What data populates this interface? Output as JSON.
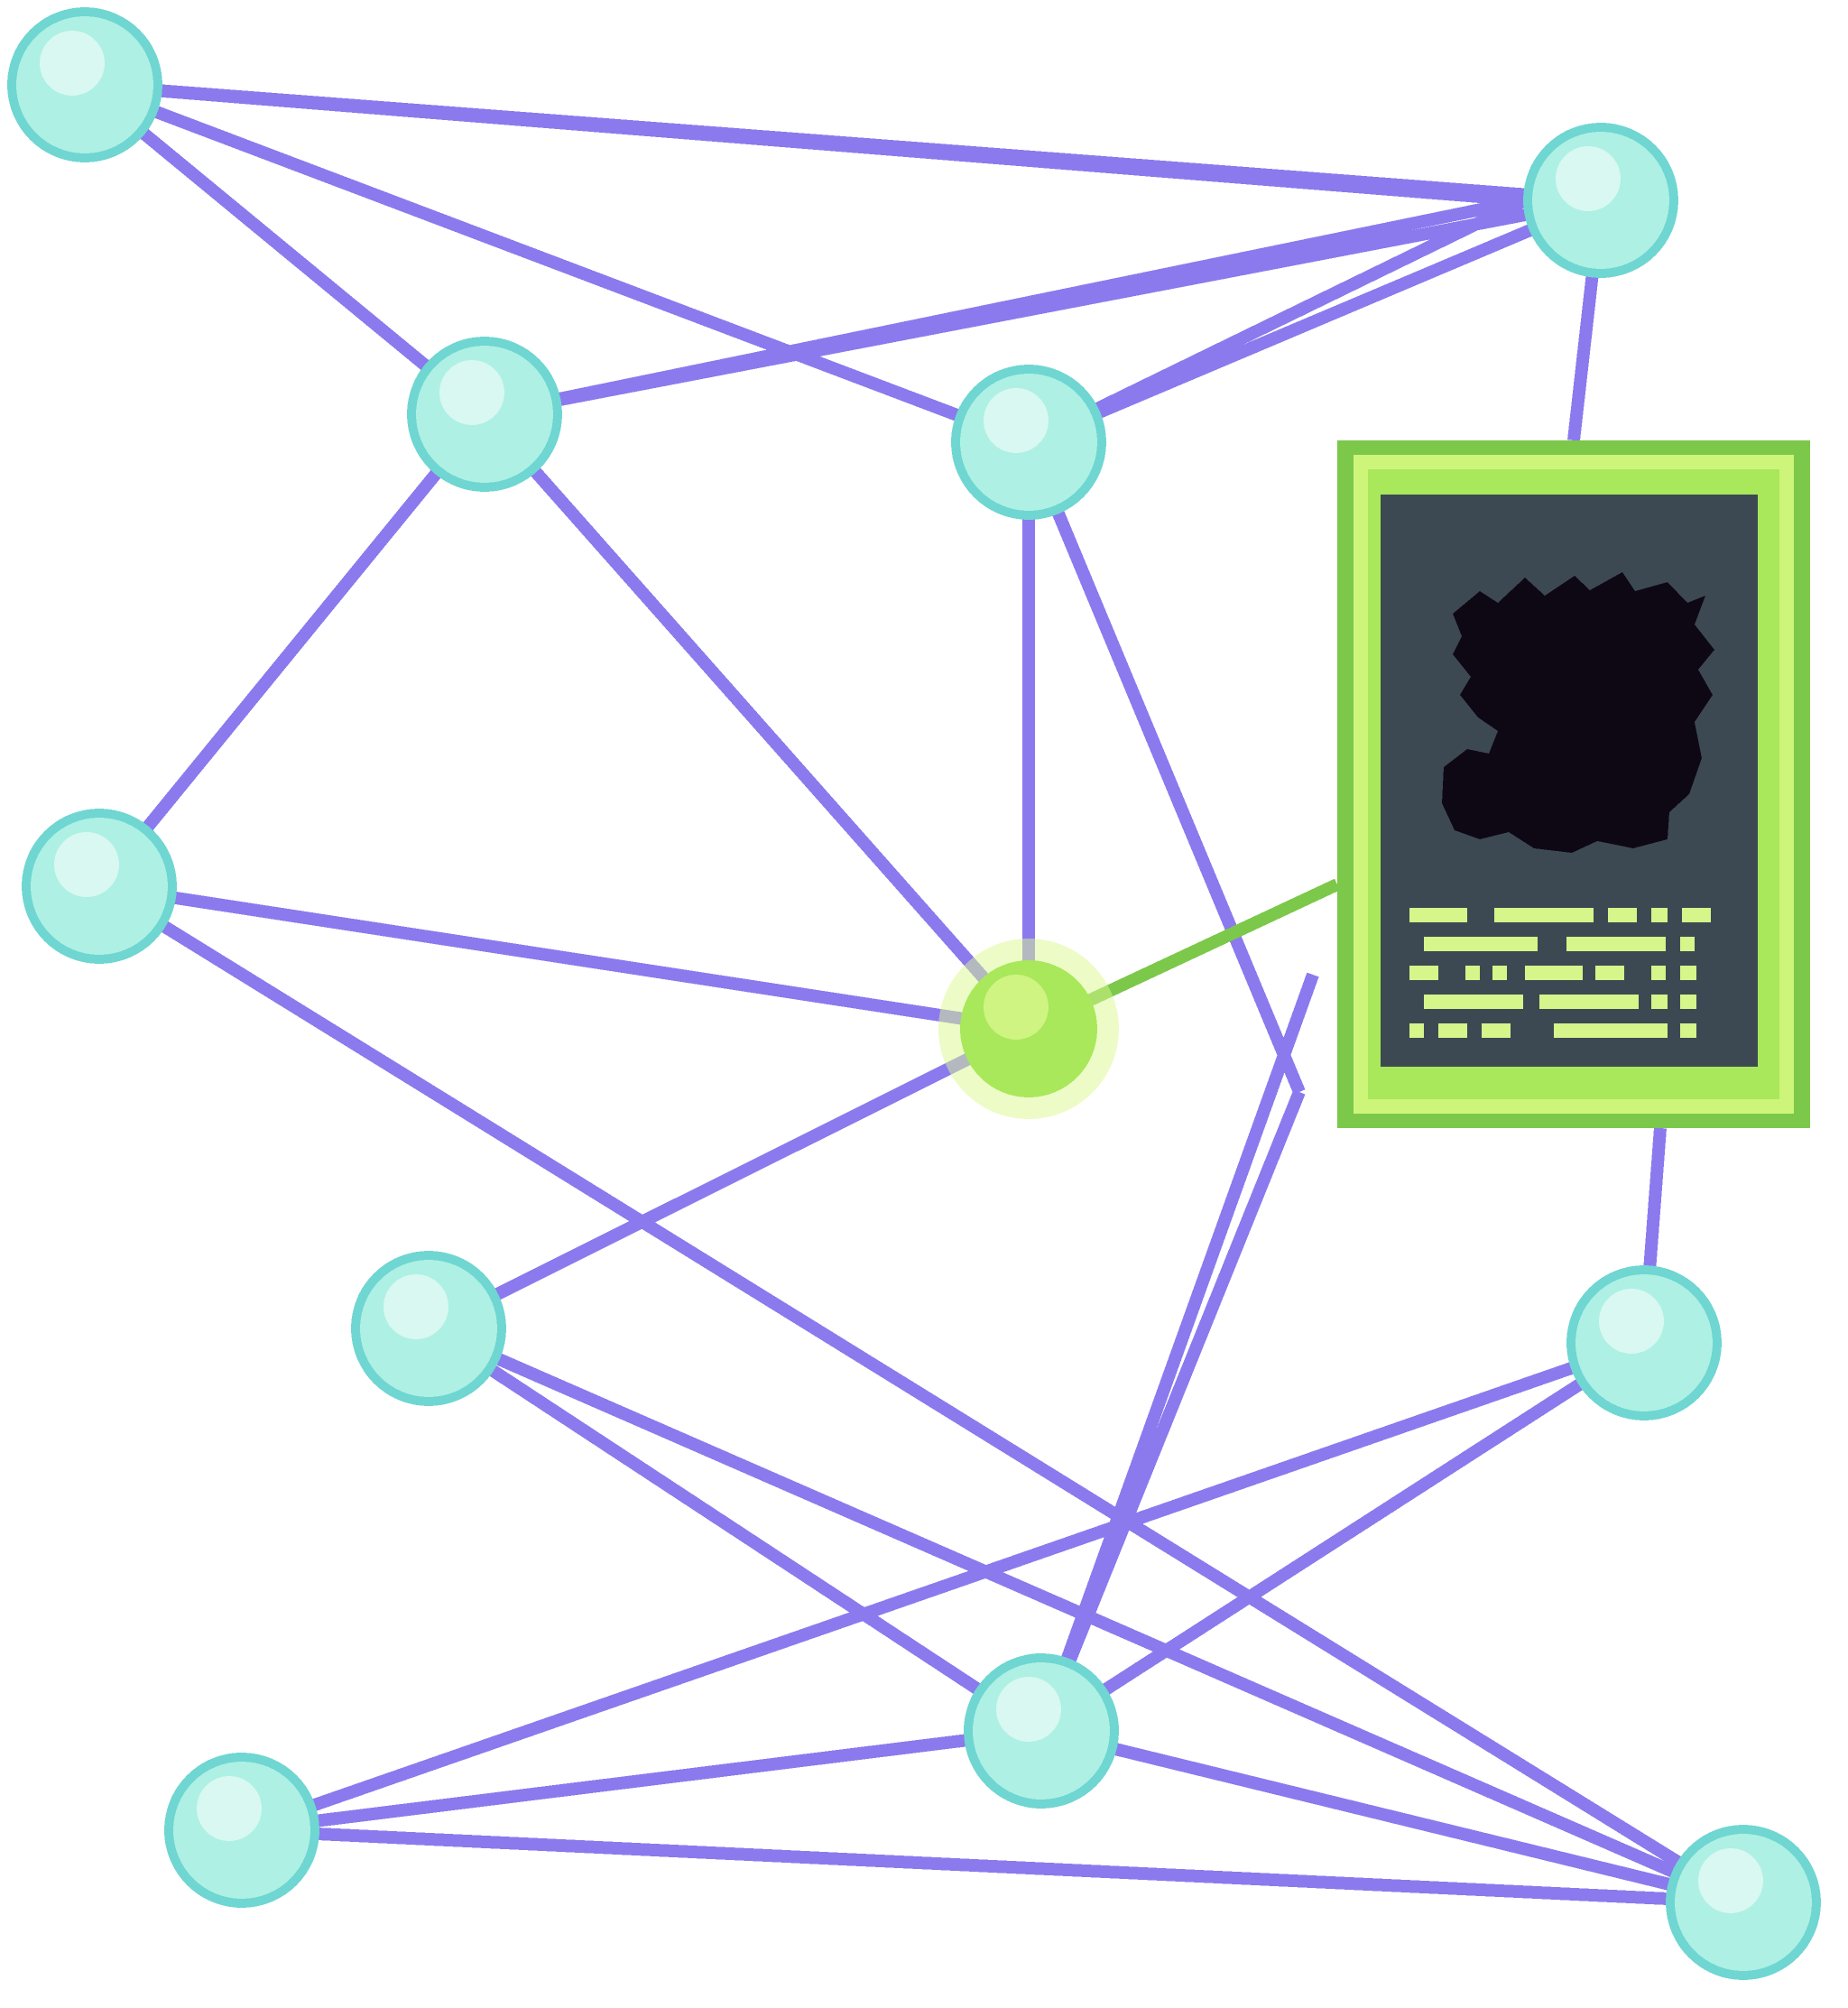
{
  "colors": {
    "background": "#ffffff",
    "edge": "#8a7aee",
    "active_edge": "#7cc84a",
    "node_fill": "#aef0e4",
    "node_shade": "#6fd6d2",
    "node_highlight": "#e6fbf6",
    "active_node_fill": "#a8e85a",
    "active_node_shade": "#86d248",
    "active_node_highlight": "#dcf890",
    "card_frame_outer": "#7cc84a",
    "card_frame_inner": "#cdf57a",
    "card_screen": "#3d4952",
    "card_silhouette": "#0e0815",
    "card_text_lines": "#d6f58a"
  },
  "nodes": [
    {
      "id": "n1",
      "state": "idle"
    },
    {
      "id": "n2",
      "state": "idle"
    },
    {
      "id": "n3",
      "state": "idle"
    },
    {
      "id": "n4",
      "state": "idle"
    },
    {
      "id": "n5",
      "state": "idle"
    },
    {
      "id": "n6",
      "state": "selected"
    },
    {
      "id": "n7",
      "state": "idle"
    },
    {
      "id": "n8",
      "state": "idle"
    },
    {
      "id": "n9",
      "state": "idle"
    },
    {
      "id": "n10",
      "state": "idle"
    },
    {
      "id": "n11",
      "state": "idle"
    }
  ],
  "edges": [
    [
      "n1",
      "n2"
    ],
    [
      "n1",
      "n3"
    ],
    [
      "n1",
      "n4"
    ],
    [
      "n3",
      "n2"
    ],
    [
      "n3",
      "n5"
    ],
    [
      "n3",
      "n6"
    ],
    [
      "n4",
      "n2"
    ],
    [
      "n4",
      "n6"
    ],
    [
      "n2",
      "card"
    ],
    [
      "n5",
      "n6"
    ],
    [
      "n5",
      "n11"
    ],
    [
      "n6",
      "n7"
    ],
    [
      "n7",
      "n9"
    ],
    [
      "n7",
      "n11"
    ],
    [
      "n8",
      "card"
    ],
    [
      "n8",
      "n10"
    ],
    [
      "n10",
      "n9"
    ],
    [
      "n10",
      "n11"
    ],
    [
      "n9",
      "n8"
    ],
    [
      "n9",
      "n11"
    ],
    [
      "card",
      "n8"
    ],
    [
      "card",
      "n9"
    ]
  ],
  "active_edge": [
    "n6",
    "card"
  ],
  "card": {
    "silhouette_icon": "hidden-monster-silhouette-icon",
    "text_rows": 5
  }
}
